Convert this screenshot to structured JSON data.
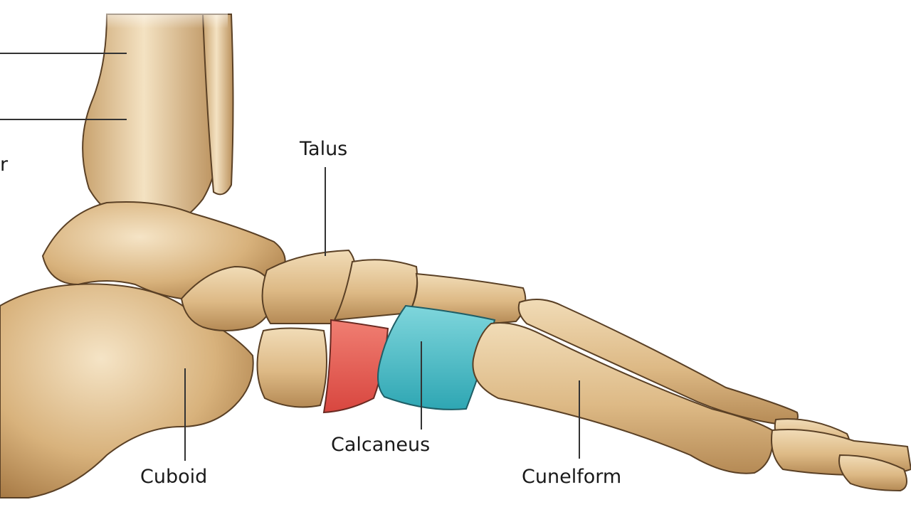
{
  "labels": {
    "talus": "Talus",
    "calcaneus": "Calcaneus",
    "cuboid": "Cuboid",
    "cuneiform": "Cunelform",
    "left_partial": "r"
  },
  "colors": {
    "bone": "#dcb98a",
    "bone_light": "#f3dfbd",
    "bone_shadow": "#b58a55",
    "outline": "#3a2a1a",
    "highlight_red": "#e8625a",
    "highlight_cyan": "#3fb8c4",
    "leader_line": "#333333",
    "background": "#ffffff"
  }
}
